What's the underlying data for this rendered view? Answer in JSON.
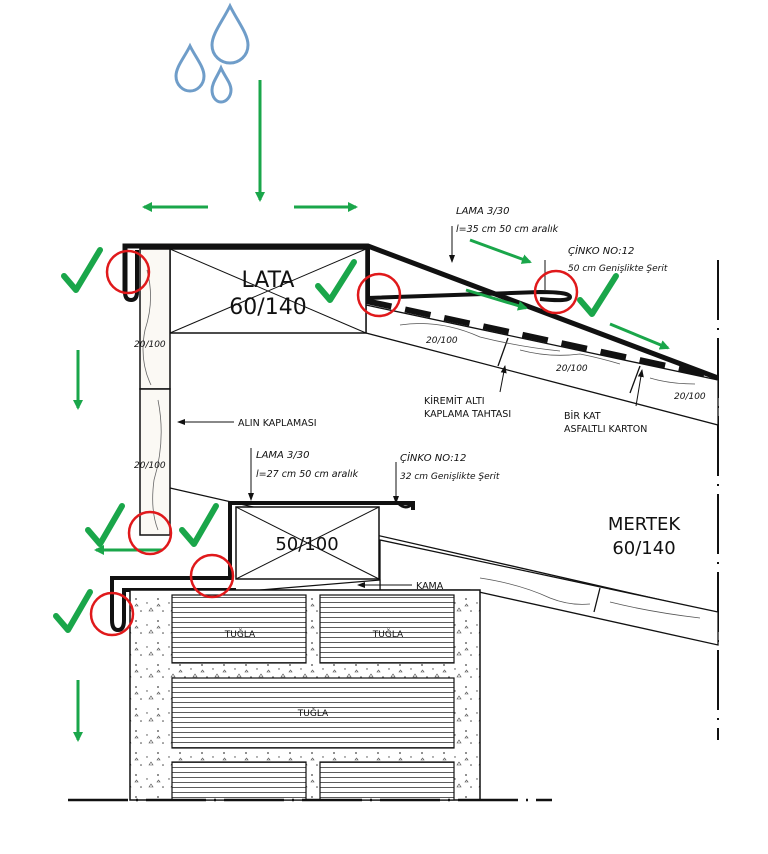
{
  "colors": {
    "line": "#111111",
    "green": "#1aa64a",
    "red": "#e0191b",
    "drop": "#7aa6cf",
    "wood": "#f4f1ea"
  },
  "labels": {
    "lama_top_title": "LAMA 3/30",
    "lama_top_spec": "l=35 cm 50 cm aralık",
    "cinko_top_title": "ÇİNKO NO:12",
    "cinko_top_spec": "50 cm Genişlikte Şerit",
    "lata_line1": "LATA",
    "lata_line2": "60/140",
    "board_a": "20/100",
    "board_b": "20/100",
    "board_c": "20/100",
    "board_d": "20/100",
    "board_e": "20/100",
    "kiremit_line1": "KİREMİT ALTI",
    "kiremit_line2": "KAPLAMA TAHTASI",
    "karton_line1": "BİR KAT",
    "karton_line2": "ASFALTLI KARTON",
    "alin": "ALIN KAPLAMASI",
    "lama_bot_title": "LAMA 3/30",
    "lama_bot_spec": "l=27 cm 50 cm aralık",
    "cinko_bot_title": "ÇİNKO NO:12",
    "cinko_bot_spec": "32 cm Genişlikte Şerit",
    "beam_line1": "50/100",
    "mertek_line1": "MERTEK",
    "mertek_line2": "60/140",
    "kama": "KAMA",
    "brick1": "TUĞLA",
    "brick2": "TUĞLA",
    "brick3": "TUĞLA"
  },
  "icons": [
    "water-drops-icon",
    "arrow-icon",
    "check-icon",
    "circle-marker-icon"
  ]
}
